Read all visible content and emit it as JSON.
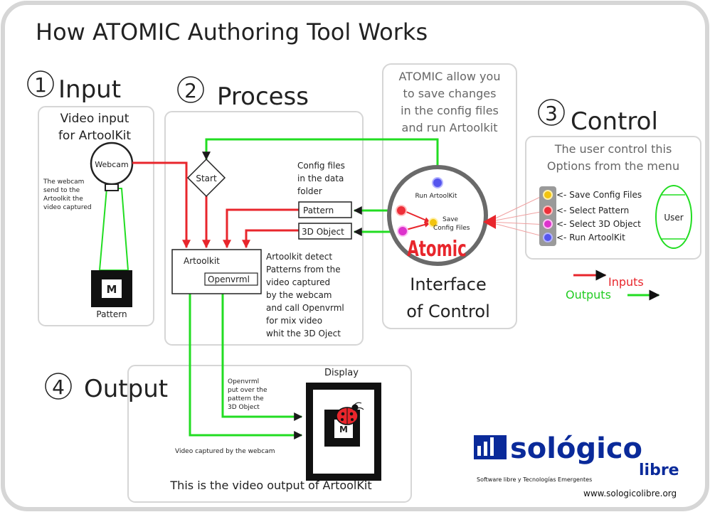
{
  "title": "How ATOMIC Authoring Tool Works",
  "steps": {
    "input": {
      "num": "1",
      "label": "Input"
    },
    "process": {
      "num": "2",
      "label": "Process"
    },
    "control": {
      "num": "3",
      "label": "Control"
    },
    "output": {
      "num": "4",
      "label": "Output"
    }
  },
  "input_panel": {
    "heading": [
      "Video input",
      "for ArtoolKit"
    ],
    "webcam_label": "Webcam",
    "note": [
      "The webcam",
      "send to the",
      "Artoolkit the",
      "video captured"
    ],
    "marker_letter": "M",
    "pattern_label": "Pattern"
  },
  "process_panel": {
    "start_label": "Start",
    "config_note": [
      "Config files",
      "in the data",
      "folder"
    ],
    "pattern_file": "Pattern",
    "object_file": "3D Object",
    "artoolkit_label": "Artoolkit",
    "openvrml_label": "Openvrml",
    "detect_note": [
      "Artoolkit detect",
      "Patterns from the",
      "video captured",
      "by the webcam",
      "and call Openvrml",
      "for mix video",
      "whit the 3D Oject"
    ]
  },
  "interface_panel": {
    "note": [
      "ATOMIC allow you",
      "to save changes",
      "in the config files",
      "and run Artoolkit"
    ],
    "run_label": "Run ArtoolKit",
    "save_label": [
      "Save",
      "Config Files"
    ],
    "logo_text": "Atomic",
    "caption": [
      "Interface",
      "of Control"
    ]
  },
  "control_panel": {
    "heading": [
      "The user control this",
      "Options from the menu"
    ],
    "menu": [
      "<- Save Config Files",
      "<- Select Pattern",
      "<- Select 3D Object",
      "<- Run ArtoolKit"
    ],
    "user_label": "User"
  },
  "legend": {
    "inputs": "Inputs",
    "outputs": "Outputs"
  },
  "output_panel": {
    "display_label": "Display",
    "openvrml_note": [
      "Openvrml",
      "put over the",
      "pattern the",
      "3D Object"
    ],
    "video_note": "Video captured by the webcam",
    "marker_letter": "M",
    "caption": "This is the video output of ArtoolKit"
  },
  "brand": {
    "name_main": "sológico",
    "name_sub": "libre",
    "tagline": "Software libre y Tecnologías Emergentes",
    "url": "www.sologicolibre.org"
  },
  "colors": {
    "input_arrow": "#e8262c",
    "output_arrow": "#22dd22",
    "run_icon": "#5555ee",
    "save_icon": "#f2c40f",
    "pattern_icon": "#ee2f3a",
    "object_icon": "#dd33cc",
    "brand_blue": "#0a2a9a"
  }
}
